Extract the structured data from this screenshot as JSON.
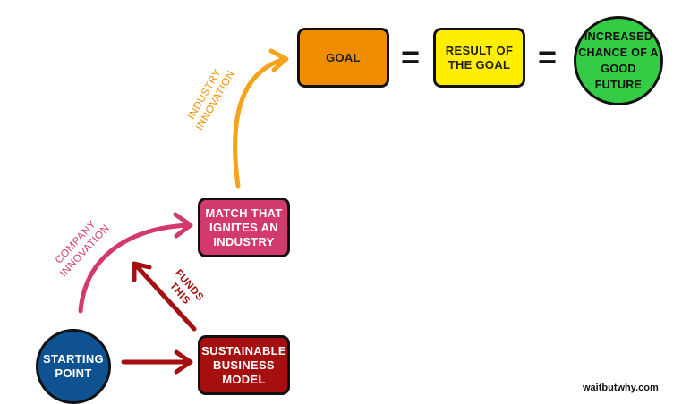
{
  "nodes": {
    "goal": "GOAL",
    "result": "RESULT OF\nTHE GOAL",
    "future": "INCREASED\nCHANCE OF A\nGOOD FUTURE",
    "match": "MATCH THAT\nIGNITES AN\nINDUSTRY",
    "business": "SUSTAINABLE\nBUSINESS\nMODEL",
    "start": "STARTING\nPOINT"
  },
  "operators": {
    "eq1": "=",
    "eq2": "="
  },
  "labels": {
    "industry_innovation": "INDUSTRY\nINNOVATION",
    "company_innovation": "COMPANY\nINNOVATION",
    "funds_this": "FUNDS\nTHIS"
  },
  "credit": "waitbutwhy.com",
  "colors": {
    "goal": "#f08c00",
    "result": "#ffee00",
    "future": "#33cc44",
    "match": "#d23a6e",
    "business": "#a50f0f",
    "start": "#0f5292"
  }
}
